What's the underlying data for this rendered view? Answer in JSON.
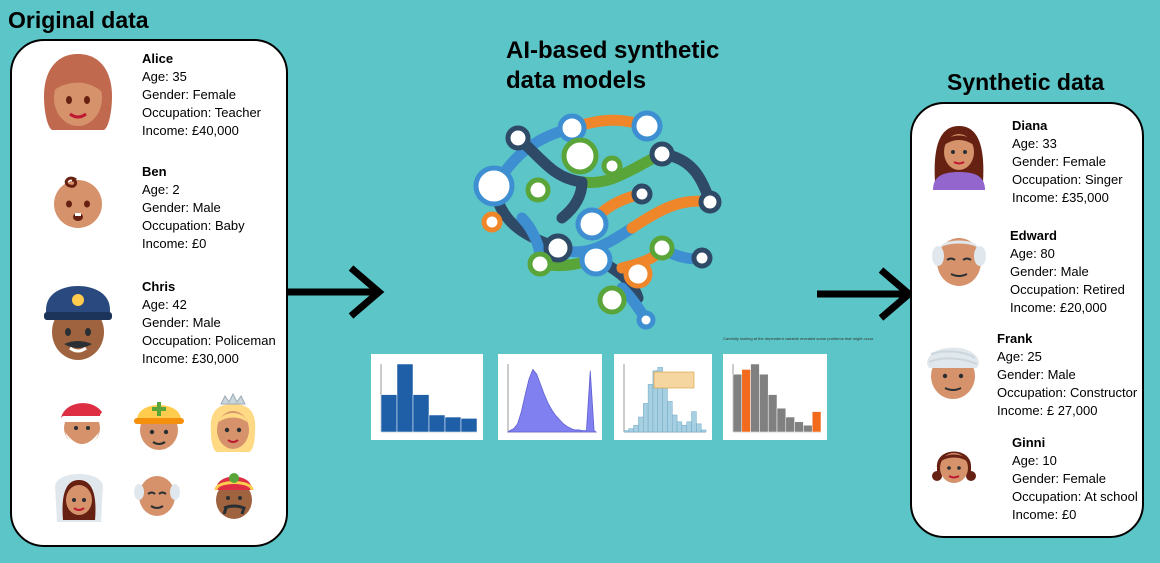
{
  "titles": {
    "original": "Original data",
    "models_line1": "AI-based synthetic",
    "models_line2": "data models",
    "synthetic": "Synthetic data"
  },
  "original_people": [
    {
      "name": "Alice",
      "age": "Age: 35",
      "gender": "Gender: Female",
      "occupation": "Occupation: Teacher",
      "income": "Income:  £40,000"
    },
    {
      "name": "Ben",
      "age": "Age: 2",
      "gender": "Gender: Male",
      "occupation": "Occupation: Baby",
      "income": "Income:  £0"
    },
    {
      "name": "Chris",
      "age": "Age: 42",
      "gender": "Gender: Male",
      "occupation": "Occupation: Policeman",
      "income": "Income:  £30,000"
    }
  ],
  "synthetic_people": [
    {
      "name": "Diana",
      "age": "Age: 33",
      "gender": "Gender: Female",
      "occupation": "Occupation: Singer",
      "income": "Income: £35,000"
    },
    {
      "name": "Edward",
      "age": "Age: 80",
      "gender": "Gender: Male",
      "occupation": "Occupation: Retired",
      "income": "Income:  £20,000"
    },
    {
      "name": "Frank",
      "age": "Age: 25",
      "gender": "Gender: Male",
      "occupation": "Occupation: Constructor",
      "income": "Income: £ 27,000"
    },
    {
      "name": "Ginni",
      "age": "Age: 10",
      "gender": "Gender: Female",
      "occupation": "Occupation: At school",
      "income": "Income:  £0"
    }
  ],
  "icons": [
    "woman-icon",
    "baby-icon",
    "police-officer-icon",
    "santa-icon",
    "construction-worker-icon",
    "princess-icon",
    "bride-icon",
    "old-man-icon",
    "man-with-cap-icon",
    "woman-icon",
    "old-man-icon",
    "man-with-turban-icon",
    "girl-icon",
    "brain-network-icon",
    "arrow-right-icon"
  ],
  "colors": {
    "background": "#5cc5c7",
    "brain_blue": "#3d8fd1",
    "brain_orange": "#f0862a",
    "brain_green": "#5aa53a",
    "brain_navy": "#2e4a66"
  },
  "chart_thumbnails": {
    "note": "Carefully looking at the dependent variable revealed some problems that might occur"
  },
  "chart_data": [
    {
      "type": "bar",
      "values": [
        0.55,
        1.0,
        0.55,
        0.25,
        0.22,
        0.2
      ],
      "ylim": [
        0,
        1
      ]
    },
    {
      "type": "area",
      "values": [
        0.02,
        0.05,
        0.12,
        0.3,
        0.55,
        0.78,
        0.92,
        0.85,
        0.7,
        0.55,
        0.42,
        0.32,
        0.24,
        0.18,
        0.12,
        0.08,
        0.05,
        0.03,
        0.03,
        0.02,
        0.02,
        0.9,
        0.02
      ],
      "ylim": [
        0,
        1
      ]
    },
    {
      "type": "bar",
      "values": [
        0.02,
        0.05,
        0.1,
        0.22,
        0.42,
        0.7,
        0.9,
        0.95,
        0.72,
        0.45,
        0.25,
        0.15,
        0.1,
        0.15,
        0.3,
        0.12,
        0.03
      ],
      "ylim": [
        0,
        1
      ]
    },
    {
      "type": "bar",
      "values": [
        0.85,
        0.92,
        1.0,
        0.85,
        0.55,
        0.35,
        0.22,
        0.15,
        0.1,
        0.3
      ],
      "ylim": [
        0,
        1
      ],
      "highlight": [
        1,
        9
      ]
    }
  ]
}
